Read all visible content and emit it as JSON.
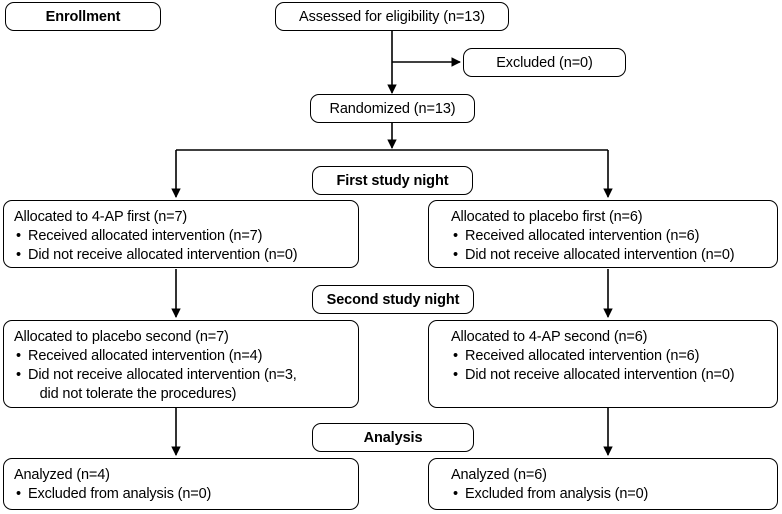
{
  "diagram": {
    "title": "CONSORT participant flow diagram",
    "stroke_color": "#000000",
    "background_color": "#ffffff"
  },
  "stages": {
    "enrollment": "Enrollment",
    "first_night": "First study night",
    "second_night": "Second study night",
    "analysis": "Analysis"
  },
  "enrollment": {
    "assessed": "Assessed for eligibility (n=13)",
    "excluded": "Excluded (n=0)",
    "randomized": "Randomized (n=13)"
  },
  "first_night": {
    "left": {
      "title": "Allocated to 4-AP first (n=7)",
      "items": [
        "Received allocated intervention (n=7)",
        "Did not receive allocated intervention (n=0)"
      ]
    },
    "right": {
      "title": "Allocated to placebo first (n=6)",
      "items": [
        "Received allocated intervention (n=6)",
        "Did not receive allocated intervention (n=0)"
      ]
    }
  },
  "second_night": {
    "left": {
      "title": "Allocated to placebo second (n=7)",
      "items": [
        "Received allocated intervention (n=4)",
        "Did not receive allocated intervention (n=3,\n   did not tolerate the procedures)"
      ]
    },
    "right": {
      "title": "Allocated to 4-AP second (n=6)",
      "items": [
        "Received allocated intervention (n=6)",
        "Did not receive allocated intervention (n=0)"
      ]
    }
  },
  "analysis": {
    "left": {
      "title": "Analyzed (n=4)",
      "items": [
        "Excluded from analysis (n=0)"
      ]
    },
    "right": {
      "title": "Analyzed (n=6)",
      "items": [
        "Excluded from analysis (n=0)"
      ]
    }
  },
  "chart_data": {
    "type": "diagram",
    "title": "CONSORT flow diagram",
    "nodes": [
      {
        "id": "enrollment-label",
        "label": "Enrollment",
        "kind": "stage"
      },
      {
        "id": "assessed",
        "label": "Assessed for eligibility (n=13)",
        "n": 13
      },
      {
        "id": "excluded",
        "label": "Excluded (n=0)",
        "n": 0
      },
      {
        "id": "randomized",
        "label": "Randomized (n=13)",
        "n": 13
      },
      {
        "id": "first-night-label",
        "label": "First study night",
        "kind": "stage"
      },
      {
        "id": "alloc-4ap-first",
        "label": "Allocated to 4-AP first (n=7)",
        "n": 7
      },
      {
        "id": "alloc-placebo-first",
        "label": "Allocated to placebo first (n=6)",
        "n": 6
      },
      {
        "id": "second-night-label",
        "label": "Second study night",
        "kind": "stage"
      },
      {
        "id": "alloc-placebo-second",
        "label": "Allocated to placebo second (n=7)",
        "n": 7
      },
      {
        "id": "alloc-4ap-second",
        "label": "Allocated to 4-AP second (n=6)",
        "n": 6
      },
      {
        "id": "analysis-label",
        "label": "Analysis",
        "kind": "stage"
      },
      {
        "id": "analyzed-left",
        "label": "Analyzed (n=4)",
        "n": 4
      },
      {
        "id": "analyzed-right",
        "label": "Analyzed (n=6)",
        "n": 6
      }
    ],
    "edges": [
      {
        "from": "assessed",
        "to": "excluded"
      },
      {
        "from": "assessed",
        "to": "randomized"
      },
      {
        "from": "randomized",
        "to": "alloc-4ap-first"
      },
      {
        "from": "randomized",
        "to": "alloc-placebo-first"
      },
      {
        "from": "alloc-4ap-first",
        "to": "alloc-placebo-second"
      },
      {
        "from": "alloc-placebo-first",
        "to": "alloc-4ap-second"
      },
      {
        "from": "alloc-placebo-second",
        "to": "analyzed-left"
      },
      {
        "from": "alloc-4ap-second",
        "to": "analyzed-right"
      }
    ]
  }
}
